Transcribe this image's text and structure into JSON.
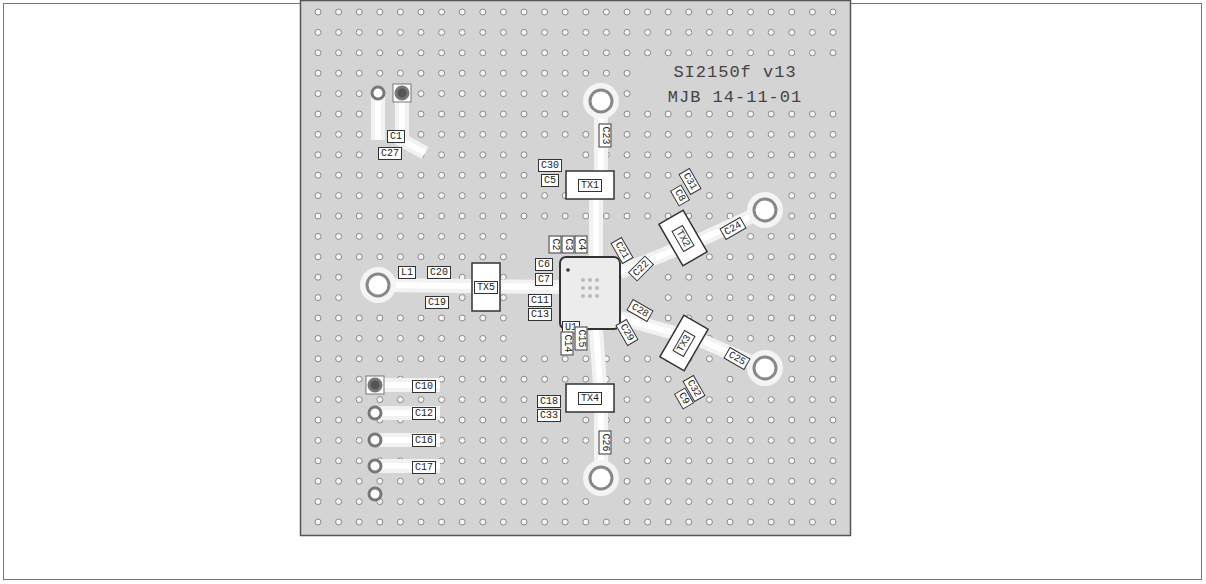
{
  "diagram": {
    "labels": [
      "SI2150f v13",
      "MJB 14-11-01",
      "C1",
      "C27",
      "C23",
      "C30",
      "C5",
      "TX1",
      "C31",
      "C8",
      "TX2",
      "C24",
      "C4",
      "C3",
      "C2",
      "C21",
      "C22",
      "C6",
      "C7",
      "L1",
      "C20",
      "C19",
      "TX5",
      "C11",
      "C13",
      "U1",
      "C28",
      "C29",
      "C15",
      "C14",
      "TX3",
      "C25",
      "C32",
      "C9",
      "C18",
      "C33",
      "TX4",
      "C26",
      "C10",
      "C12",
      "C16",
      "C17"
    ]
  }
}
